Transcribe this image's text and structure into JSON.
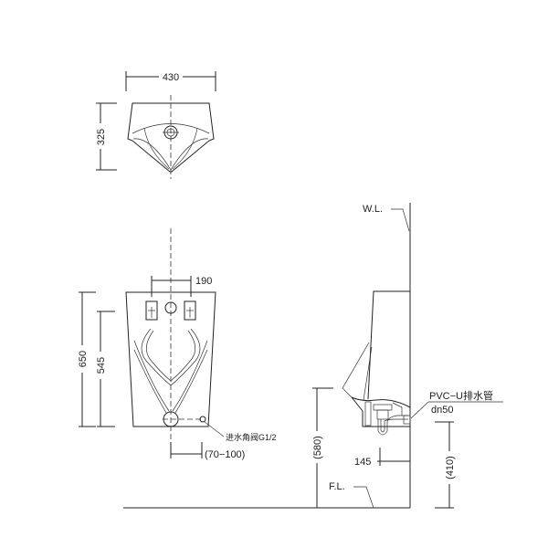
{
  "top_view": {
    "width_dim": "430",
    "depth_dim": "325"
  },
  "front_view": {
    "height_dim": "650",
    "inlet_height_dim": "545",
    "bracket_spacing_dim": "190",
    "inlet_offset_dim": "(70−100)",
    "inlet_valve_label": "进水角阀G1/2"
  },
  "side_view": {
    "wall_line_label": "W.L.",
    "floor_line_label": "F.L.",
    "rim_height_dim": "(580)",
    "drain_height_dim": "(410)",
    "drain_offset_dim": "145",
    "drain_pipe_label": "PVC−U排水管",
    "drain_pipe_size": "dn50"
  }
}
